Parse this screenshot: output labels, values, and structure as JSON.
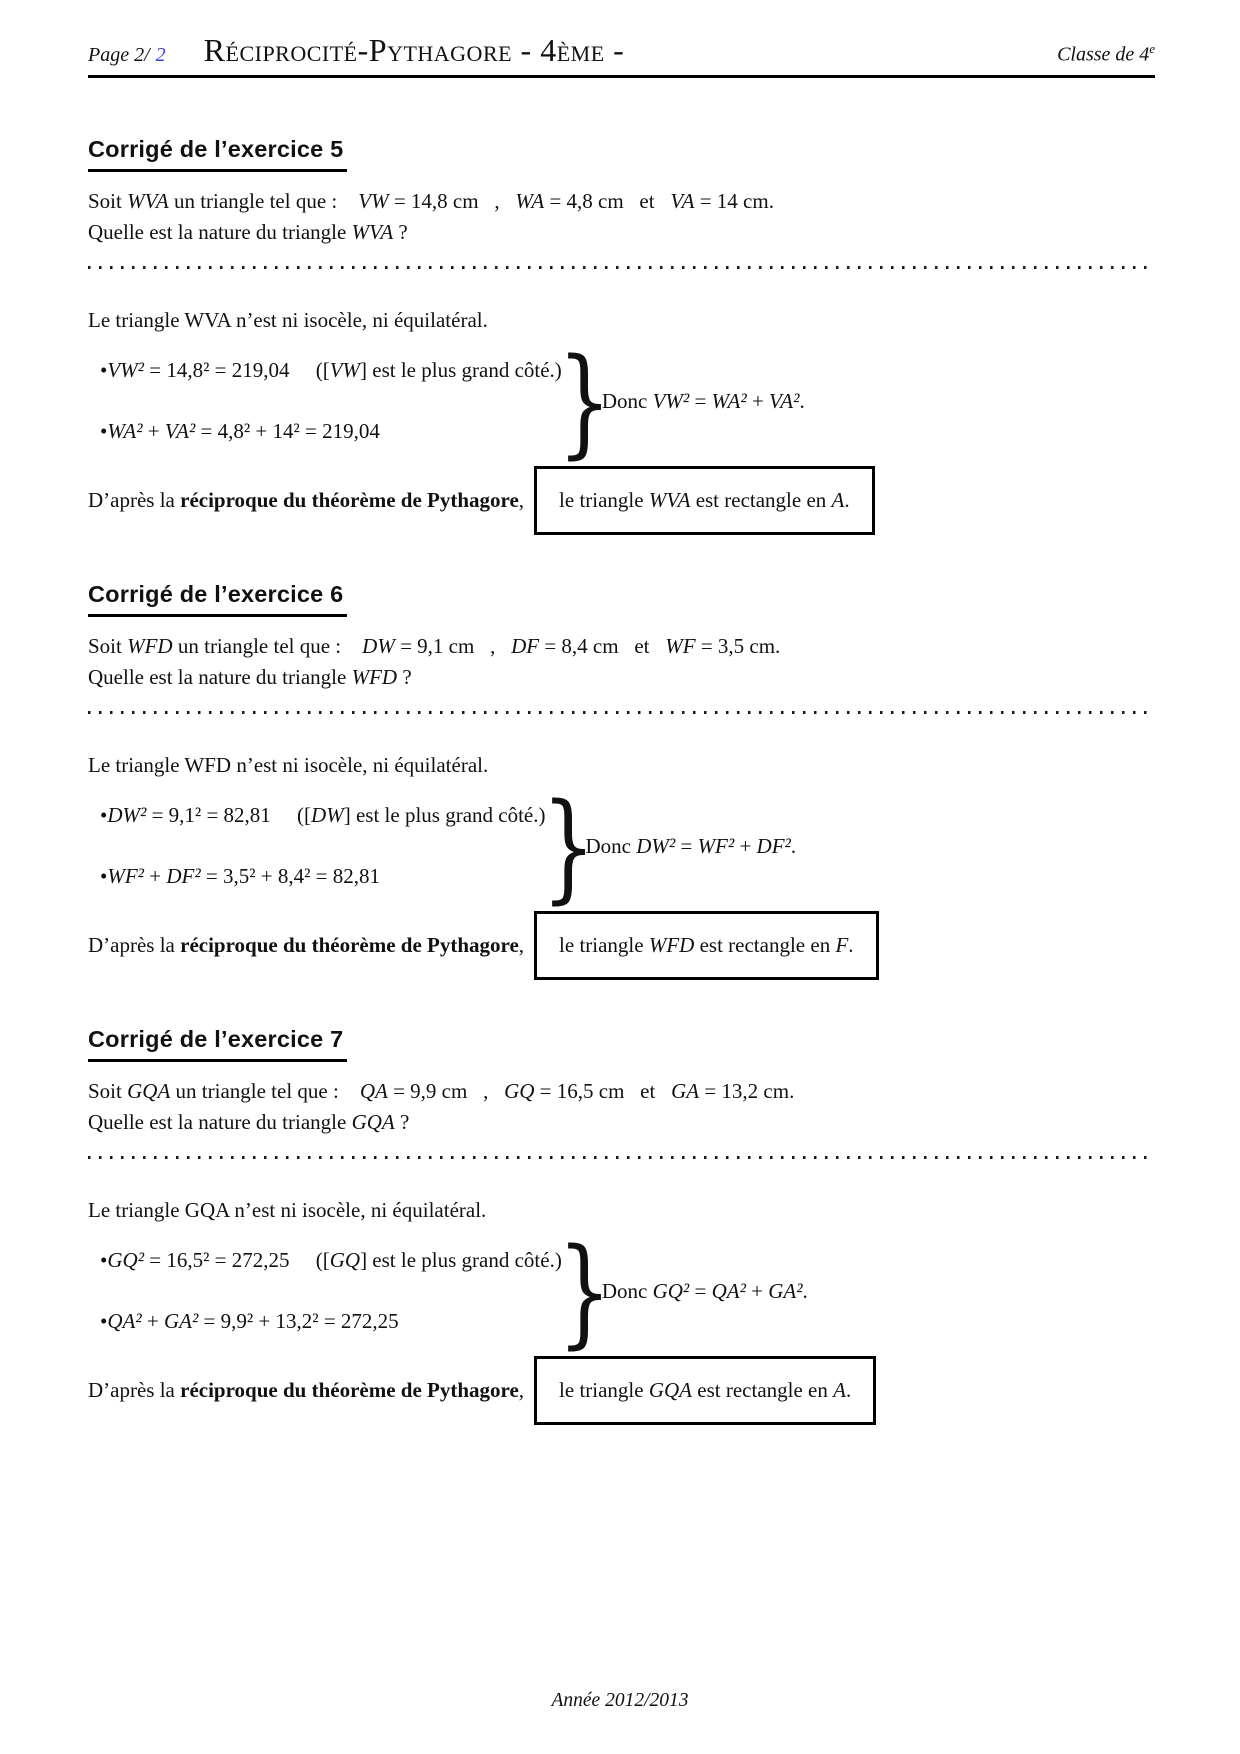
{
  "header": {
    "page_label": "Page 2/",
    "page_number_link": "2",
    "link_color": "#3445db",
    "title": "Réciprocité-Pythagore - 4ème -",
    "classe_tokens": [
      {
        "c": "t",
        "t": "Classe de 4"
      },
      {
        "c": "sup",
        "t": "e"
      }
    ]
  },
  "glyphs": {
    "brace": "}"
  },
  "footer": {
    "text": "Année 2012/2013"
  },
  "exercises": [
    {
      "heading": "Corrigé de l’exercice 5",
      "intro1": [
        {
          "c": "t",
          "t": "Soit "
        },
        {
          "c": "m",
          "t": "WVA"
        },
        {
          "c": "t",
          "t": " un triangle tel que :    "
        },
        {
          "c": "m",
          "t": "VW"
        },
        {
          "c": "t",
          "t": " = 14,8 cm   ,   "
        },
        {
          "c": "m",
          "t": "WA"
        },
        {
          "c": "t",
          "t": " = 4,8 cm   et   "
        },
        {
          "c": "m",
          "t": "VA"
        },
        {
          "c": "t",
          "t": " = 14 cm."
        }
      ],
      "intro2": [
        {
          "c": "t",
          "t": "Quelle est la nature du triangle "
        },
        {
          "c": "m",
          "t": "WVA"
        },
        {
          "c": "t",
          "t": " ?"
        }
      ],
      "nature": [
        {
          "c": "t",
          "t": "Le triangle WVA n’est ni isocèle, ni équilatéral."
        }
      ],
      "bullet1": [
        {
          "c": "t",
          "t": "•"
        },
        {
          "c": "m",
          "t": "VW²"
        },
        {
          "c": "t",
          "t": " = 14,8² = 219,04     (["
        },
        {
          "c": "m",
          "t": "VW"
        },
        {
          "c": "t",
          "t": "] est le plus grand côté.)"
        }
      ],
      "bullet2": [
        {
          "c": "t",
          "t": "•"
        },
        {
          "c": "m",
          "t": "WA²"
        },
        {
          "c": "t",
          "t": " + "
        },
        {
          "c": "m",
          "t": "VA²"
        },
        {
          "c": "t",
          "t": " = 4,8² + 14² = 219,04"
        }
      ],
      "donc": [
        {
          "c": "t",
          "t": "Donc "
        },
        {
          "c": "m",
          "t": "VW²"
        },
        {
          "c": "t",
          "t": " = "
        },
        {
          "c": "m",
          "t": "WA²"
        },
        {
          "c": "t",
          "t": " + "
        },
        {
          "c": "m",
          "t": "VA²"
        },
        {
          "c": "t",
          "t": "."
        }
      ],
      "final_prefix": [
        {
          "c": "t",
          "t": "D’après la "
        },
        {
          "c": "b",
          "t": "réciproque du théorème de Pythagore"
        },
        {
          "c": "t",
          "t": ","
        }
      ],
      "boxed": [
        {
          "c": "t",
          "t": "le triangle "
        },
        {
          "c": "m",
          "t": "WVA"
        },
        {
          "c": "t",
          "t": " est rectangle en "
        },
        {
          "c": "m",
          "t": "A"
        },
        {
          "c": "t",
          "t": "."
        }
      ]
    },
    {
      "heading": "Corrigé de l’exercice 6",
      "intro1": [
        {
          "c": "t",
          "t": "Soit "
        },
        {
          "c": "m",
          "t": "WFD"
        },
        {
          "c": "t",
          "t": " un triangle tel que :    "
        },
        {
          "c": "m",
          "t": "DW"
        },
        {
          "c": "t",
          "t": " = 9,1 cm   ,   "
        },
        {
          "c": "m",
          "t": "DF"
        },
        {
          "c": "t",
          "t": " = 8,4 cm   et   "
        },
        {
          "c": "m",
          "t": "WF"
        },
        {
          "c": "t",
          "t": " = 3,5 cm."
        }
      ],
      "intro2": [
        {
          "c": "t",
          "t": "Quelle est la nature du triangle "
        },
        {
          "c": "m",
          "t": "WFD"
        },
        {
          "c": "t",
          "t": " ?"
        }
      ],
      "nature": [
        {
          "c": "t",
          "t": "Le triangle WFD n’est ni isocèle, ni équilatéral."
        }
      ],
      "bullet1": [
        {
          "c": "t",
          "t": "•"
        },
        {
          "c": "m",
          "t": "DW²"
        },
        {
          "c": "t",
          "t": " = 9,1² = 82,81     (["
        },
        {
          "c": "m",
          "t": "DW"
        },
        {
          "c": "t",
          "t": "] est le plus grand côté.)"
        }
      ],
      "bullet2": [
        {
          "c": "t",
          "t": "•"
        },
        {
          "c": "m",
          "t": "WF²"
        },
        {
          "c": "t",
          "t": " + "
        },
        {
          "c": "m",
          "t": "DF²"
        },
        {
          "c": "t",
          "t": " = 3,5² + 8,4² = 82,81"
        }
      ],
      "donc": [
        {
          "c": "t",
          "t": "Donc "
        },
        {
          "c": "m",
          "t": "DW²"
        },
        {
          "c": "t",
          "t": " = "
        },
        {
          "c": "m",
          "t": "WF²"
        },
        {
          "c": "t",
          "t": " + "
        },
        {
          "c": "m",
          "t": "DF²"
        },
        {
          "c": "t",
          "t": "."
        }
      ],
      "final_prefix": [
        {
          "c": "t",
          "t": "D’après la "
        },
        {
          "c": "b",
          "t": "réciproque du théorème de Pythagore"
        },
        {
          "c": "t",
          "t": ","
        }
      ],
      "boxed": [
        {
          "c": "t",
          "t": "le triangle "
        },
        {
          "c": "m",
          "t": "WFD"
        },
        {
          "c": "t",
          "t": " est rectangle en "
        },
        {
          "c": "m",
          "t": "F"
        },
        {
          "c": "t",
          "t": "."
        }
      ]
    },
    {
      "heading": "Corrigé de l’exercice 7",
      "intro1": [
        {
          "c": "t",
          "t": "Soit "
        },
        {
          "c": "m",
          "t": "GQA"
        },
        {
          "c": "t",
          "t": " un triangle tel que :    "
        },
        {
          "c": "m",
          "t": "QA"
        },
        {
          "c": "t",
          "t": " = 9,9 cm   ,   "
        },
        {
          "c": "m",
          "t": "GQ"
        },
        {
          "c": "t",
          "t": " = 16,5 cm   et   "
        },
        {
          "c": "m",
          "t": "GA"
        },
        {
          "c": "t",
          "t": " = 13,2 cm."
        }
      ],
      "intro2": [
        {
          "c": "t",
          "t": "Quelle est la nature du triangle "
        },
        {
          "c": "m",
          "t": "GQA"
        },
        {
          "c": "t",
          "t": " ?"
        }
      ],
      "nature": [
        {
          "c": "t",
          "t": "Le triangle GQA n’est ni isocèle, ni équilatéral."
        }
      ],
      "bullet1": [
        {
          "c": "t",
          "t": "•"
        },
        {
          "c": "m",
          "t": "GQ²"
        },
        {
          "c": "t",
          "t": " = 16,5² = 272,25     (["
        },
        {
          "c": "m",
          "t": "GQ"
        },
        {
          "c": "t",
          "t": "] est le plus grand côté.)"
        }
      ],
      "bullet2": [
        {
          "c": "t",
          "t": "•"
        },
        {
          "c": "m",
          "t": "QA²"
        },
        {
          "c": "t",
          "t": " + "
        },
        {
          "c": "m",
          "t": "GA²"
        },
        {
          "c": "t",
          "t": " = 9,9² + 13,2² = 272,25"
        }
      ],
      "donc": [
        {
          "c": "t",
          "t": "Donc "
        },
        {
          "c": "m",
          "t": "GQ²"
        },
        {
          "c": "t",
          "t": " = "
        },
        {
          "c": "m",
          "t": "QA²"
        },
        {
          "c": "t",
          "t": " + "
        },
        {
          "c": "m",
          "t": "GA²"
        },
        {
          "c": "t",
          "t": "."
        }
      ],
      "final_prefix": [
        {
          "c": "t",
          "t": "D’après la "
        },
        {
          "c": "b",
          "t": "réciproque du théorème de Pythagore"
        },
        {
          "c": "t",
          "t": ","
        }
      ],
      "boxed": [
        {
          "c": "t",
          "t": "le triangle "
        },
        {
          "c": "m",
          "t": "GQA"
        },
        {
          "c": "t",
          "t": " est rectangle en "
        },
        {
          "c": "m",
          "t": "A"
        },
        {
          "c": "t",
          "t": "."
        }
      ]
    }
  ]
}
